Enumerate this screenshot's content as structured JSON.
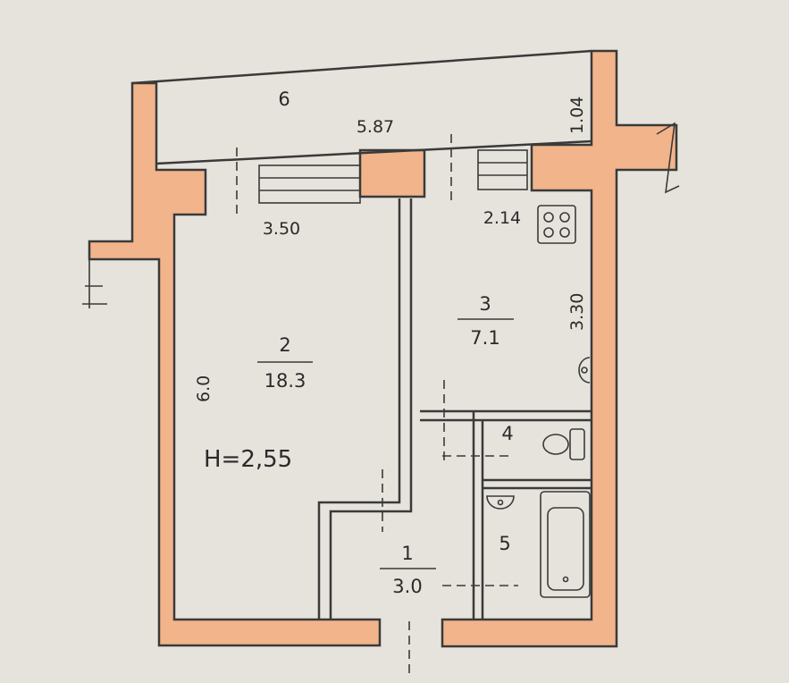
{
  "plan": {
    "balcony": {
      "number": "6",
      "width": "1.04"
    },
    "dimensions": {
      "total_width": "5.87",
      "room2_width": "3.50",
      "kitchen_width": "2.14",
      "kitchen_depth": "3.30",
      "room2_depth": "6.0"
    },
    "ceiling_height": "H=2,55",
    "rooms": [
      {
        "number": "1",
        "area": "3.0"
      },
      {
        "number": "2",
        "area": "18.3"
      },
      {
        "number": "3",
        "area": "7.1"
      },
      {
        "number": "4",
        "area": ""
      },
      {
        "number": "5",
        "area": ""
      }
    ],
    "colors": {
      "wall_fill": "#f2b48b",
      "paper": "#e6e3dc",
      "ink": "#3a3a3a"
    },
    "icons": [
      "stove-icon",
      "sink-icon",
      "toilet-icon",
      "bathtub-icon",
      "washbasin-icon"
    ]
  }
}
